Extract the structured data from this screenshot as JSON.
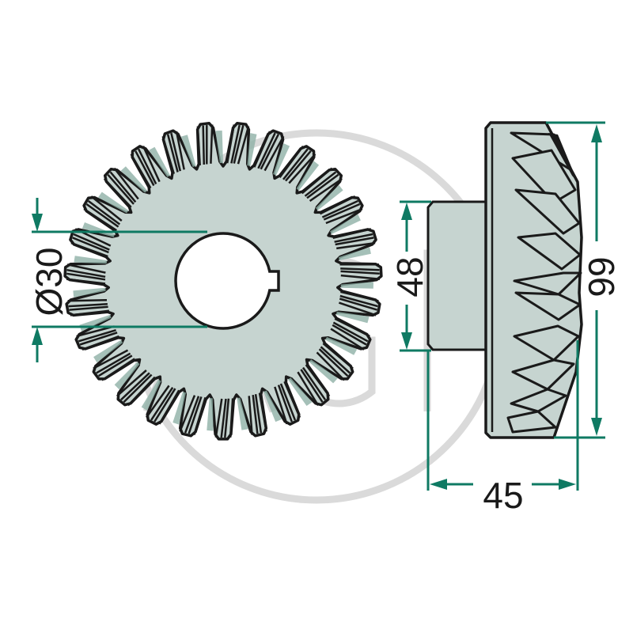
{
  "diagram": {
    "subject": "Bevel gear",
    "views": [
      "front-view",
      "side-view"
    ],
    "watermark": {
      "text": "AGP",
      "color": "#d4d4d4"
    },
    "colors": {
      "dimension_line": "#0f7a63",
      "gear_fill": "#c6d4d0",
      "gear_tooth_shade": "#8fb0a6",
      "outline": "#1a1a1a",
      "background": "#ffffff"
    },
    "dimensions": {
      "bore_diameter": {
        "label": "Ø30",
        "value": 30,
        "unit": "mm"
      },
      "hub_diameter": {
        "label": "48",
        "value": 48,
        "unit": "mm"
      },
      "outer_diameter": {
        "label": "99",
        "value": 99,
        "unit": "mm"
      },
      "overall_length": {
        "label": "45",
        "value": 45,
        "unit": "mm"
      }
    },
    "tooth_count_front_view": 27
  }
}
